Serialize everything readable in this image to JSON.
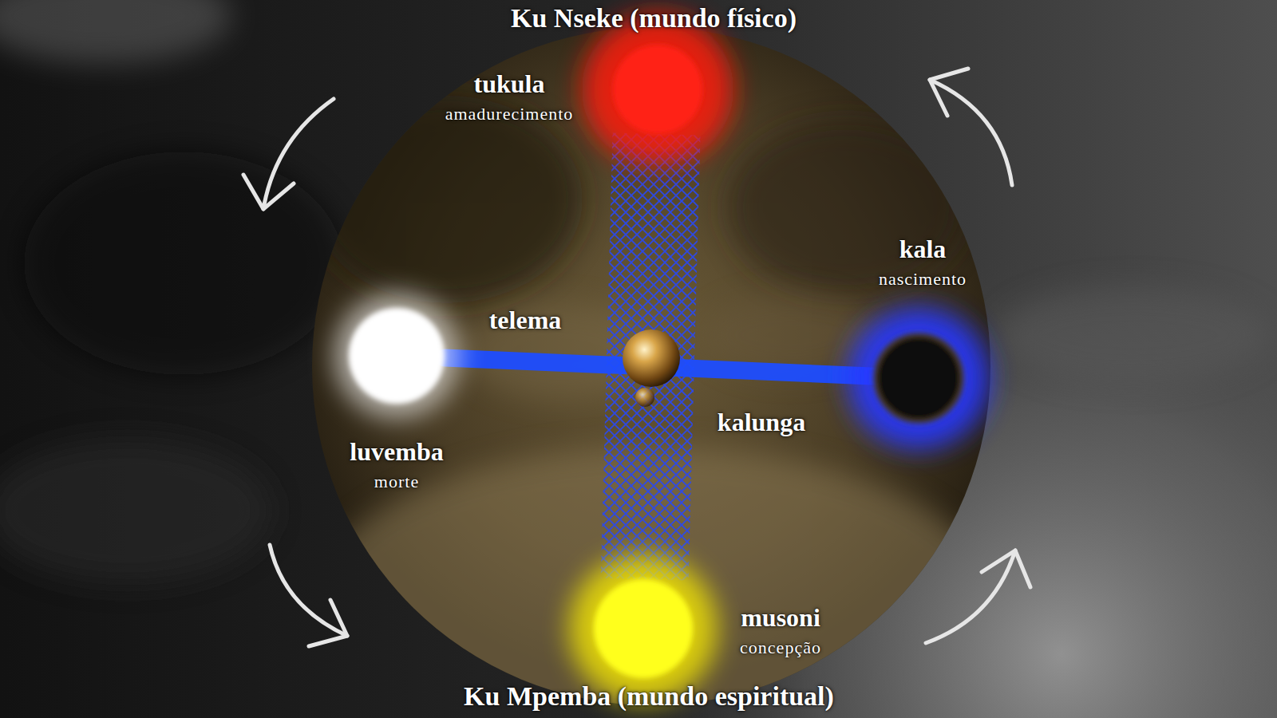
{
  "diagram": {
    "nodes": [
      {
        "text": [
          "tukula",
          "amadurecimento"
        ]
      },
      {
        "text": [
          "kala",
          "nascimento"
        ]
      },
      {
        "text": [
          "luvemba",
          "morte"
        ]
      },
      {
        "text": [
          "musoni",
          "concepção"
        ]
      }
    ],
    "edges": [
      {
        "from": 0,
        "to": 3,
        "arrow": "none"
      },
      {
        "from": 2,
        "to": 1,
        "arrow": "none"
      }
    ],
    "labels": [
      "Ku Nseke (mundo físico)",
      "telema",
      "kalunga",
      "Ku Mpemba (mundo espiritual)"
    ]
  }
}
